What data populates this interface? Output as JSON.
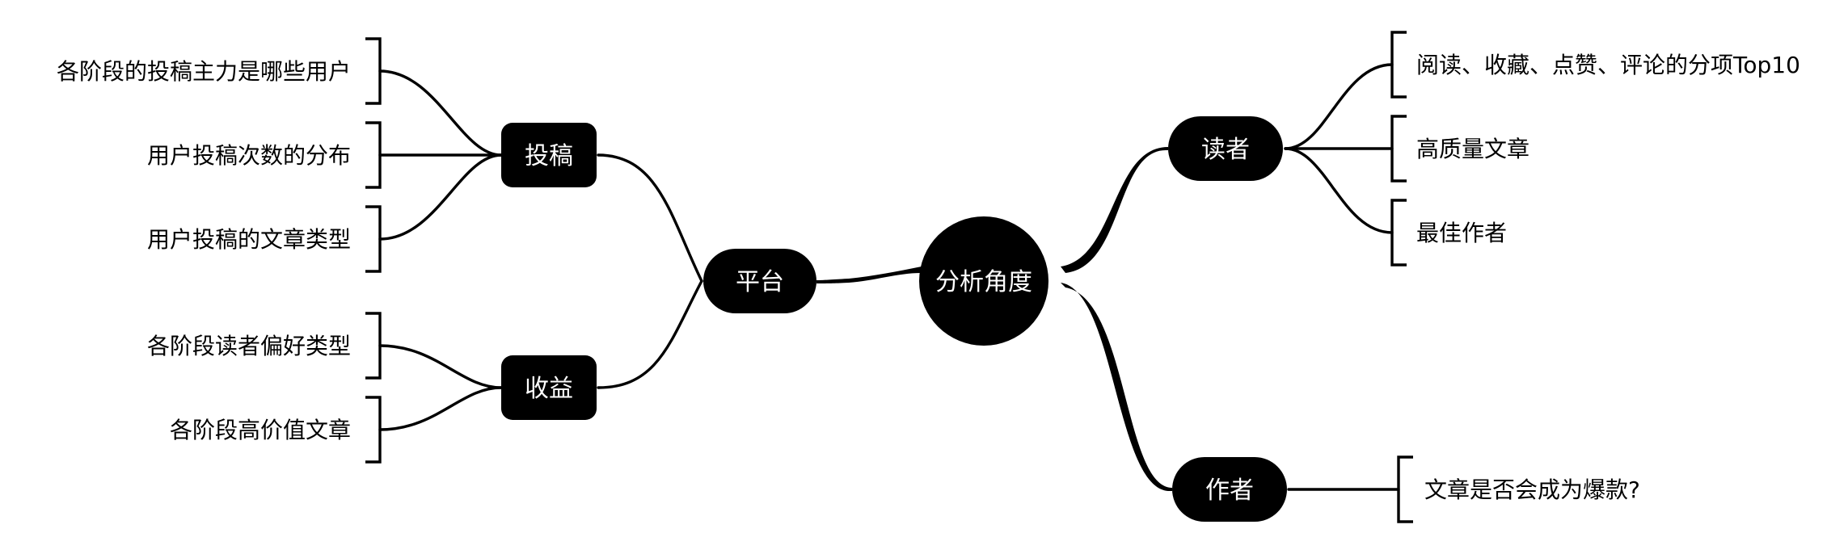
{
  "mindmap": {
    "root": {
      "label": "分析角度"
    },
    "branches": {
      "platform": {
        "label": "平台",
        "submit": {
          "label": "投稿",
          "leaves": [
            "各阶段的投稿主力是哪些用户",
            "用户投稿次数的分布",
            "用户投稿的文章类型"
          ]
        },
        "revenue": {
          "label": "收益",
          "leaves": [
            "各阶段读者偏好类型",
            "各阶段高价值文章"
          ]
        }
      },
      "reader": {
        "label": "读者",
        "leaves": [
          "阅读、收藏、点赞、评论的分项Top10",
          "高质量文章",
          "最佳作者"
        ]
      },
      "author": {
        "label": "作者",
        "leaves": [
          "文章是否会成为爆款?"
        ]
      }
    }
  }
}
